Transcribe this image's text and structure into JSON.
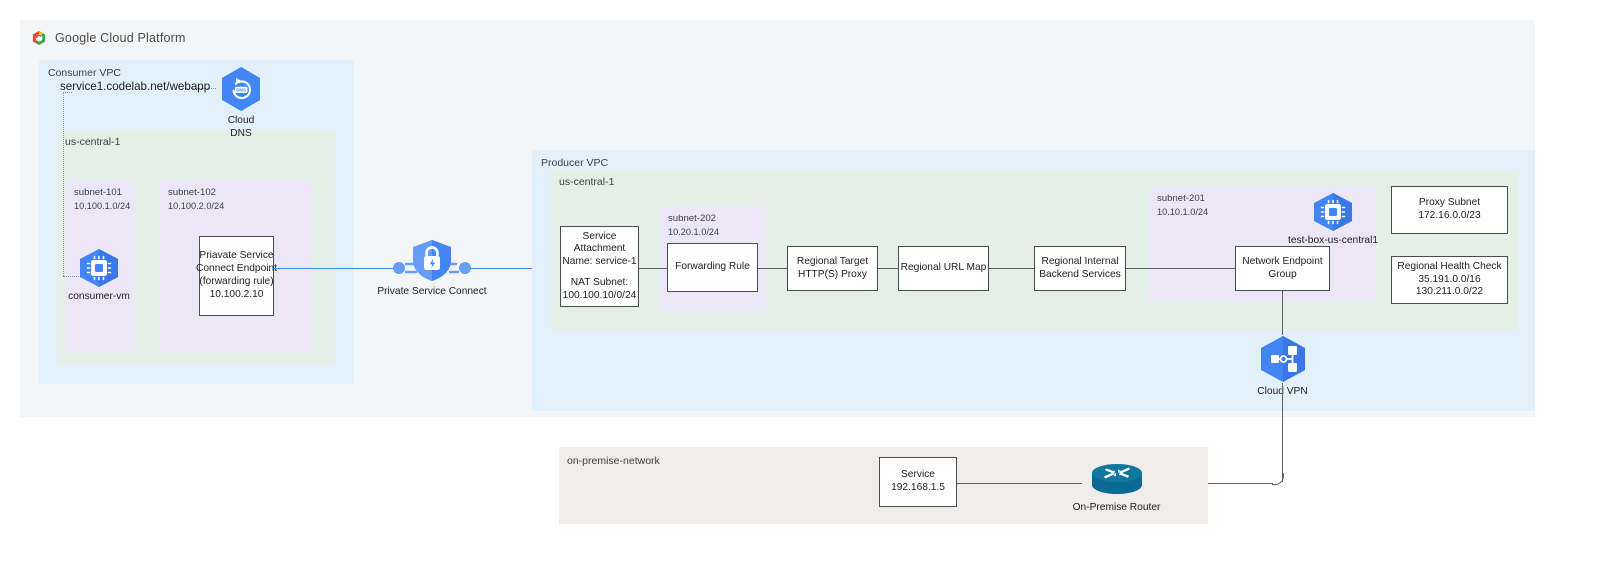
{
  "brand": {
    "logo_icon": "google-cloud-hexagon-logo",
    "text": "Google Cloud Platform"
  },
  "consumer_vpc": {
    "label": "Consumer VPC",
    "region_label": "us-central-1",
    "dns_record": "service1.codelab.net/webapp",
    "cloud_dns": {
      "icon": "cloud-dns-icon",
      "caption_line1": "Cloud",
      "caption_line2": "DNS"
    },
    "subnets": [
      {
        "name": "subnet-101",
        "cidr": "10.100.1.0/24"
      },
      {
        "name": "subnet-102",
        "cidr": "10.100.2.0/24"
      }
    ],
    "consumer_vm": {
      "icon": "compute-engine-vm-icon",
      "caption": "consumer-vm"
    },
    "psc_endpoint": {
      "line1": "Priavate Service",
      "line2": "Connect Endpoint",
      "line3": "(forwarding rule)",
      "line4": "10.100.2.10"
    }
  },
  "private_service_connect": {
    "icon": "private-service-connect-shield-lock-icon",
    "caption": "Private Service Connect"
  },
  "producer_vpc": {
    "label": "Producer VPC",
    "region_label": "us-central-1",
    "service_attachment": {
      "line1": "Service",
      "line2": "Attachment",
      "line3": "Name: service-1",
      "line4": "NAT Subnet:",
      "line5": "100.100.10/0/24"
    },
    "subnet_202": {
      "name": "subnet-202",
      "cidr": "10.20.1.0/24"
    },
    "forwarding_rule": {
      "line1": "Forwarding Rule"
    },
    "target_proxy": {
      "line1": "Regional Target",
      "line2": "HTTP(S) Proxy"
    },
    "url_map": {
      "line1": "Regional URL Map"
    },
    "backend_services": {
      "line1": "Regional Internal",
      "line2": "Backend Services"
    },
    "subnet_201": {
      "name": "subnet-201",
      "cidr": "10.10.1.0/24"
    },
    "test_box": {
      "icon": "compute-engine-vm-icon",
      "caption": "test-box-us-central1"
    },
    "network_endpoint_group": {
      "line1": "Network Endpoint",
      "line2": "Group"
    },
    "proxy_subnet": {
      "line1": "Proxy Subnet",
      "line2": "172.16.0.0/23"
    },
    "health_check": {
      "line1": "Regional Health Check",
      "line2": "35.191.0.0/16",
      "line3": "130.211.0.0/22"
    }
  },
  "cloud_vpn": {
    "icon": "cloud-vpn-icon",
    "caption": "Cloud VPN"
  },
  "on_premise": {
    "label": "on-premise-network",
    "service": {
      "line1": "Service",
      "line2": "192.168.1.5"
    },
    "router": {
      "icon": "on-premise-router-icon",
      "caption": "On-Premise Router"
    }
  },
  "colors": {
    "vpc_blue": "#e2f0fc",
    "region_green": "#e3efe7",
    "subnet_lavender": "#ece7f6",
    "outer_gray": "#f4f5f6",
    "onprem_gray": "#efecea",
    "gcp_blue": "#4285f4",
    "wire_gray": "#5a6561",
    "router_teal": "#0b6a94"
  }
}
